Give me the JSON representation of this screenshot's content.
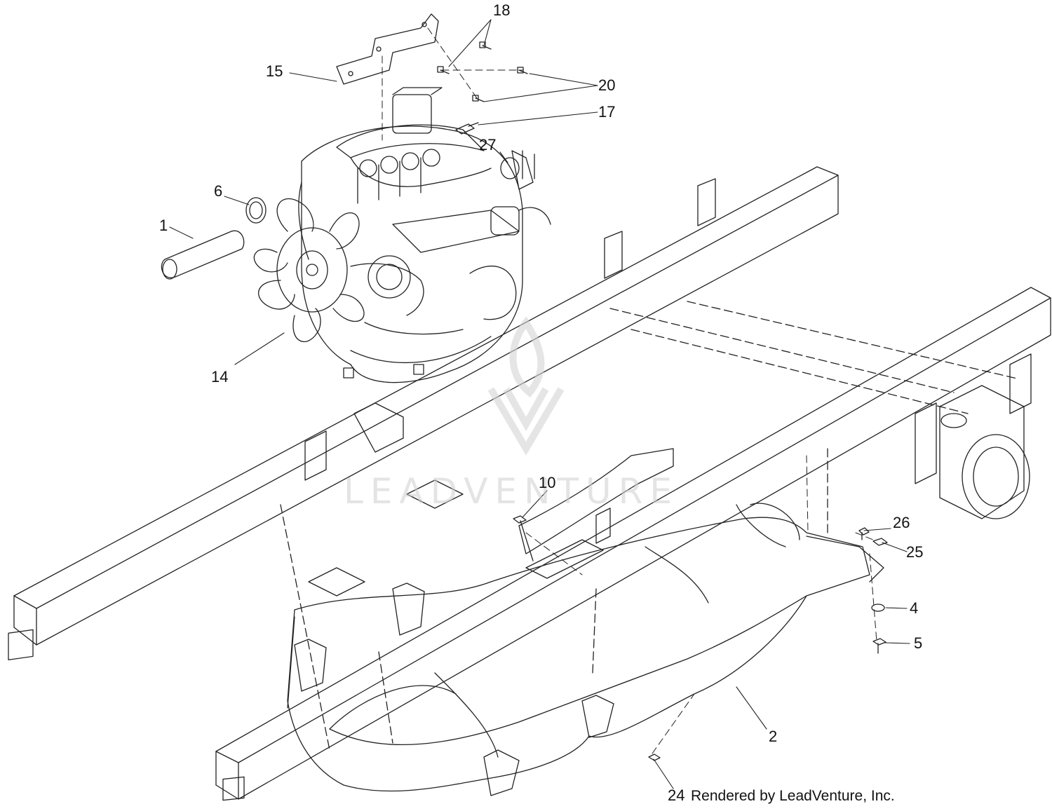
{
  "callouts": {
    "c1": "1",
    "c2": "2",
    "c4": "4",
    "c5": "5",
    "c6": "6",
    "c10": "10",
    "c14": "14",
    "c15": "15",
    "c17": "17",
    "c18": "18",
    "c20": "20",
    "c24": "24",
    "c25": "25",
    "c26": "26",
    "c27": "27"
  },
  "credit": "Rendered by LeadVenture, Inc.",
  "watermark": "LEADVENTURE",
  "colors": {
    "line": "#222222",
    "watermark": "#cfcfcf"
  },
  "icons": {
    "watermark_logo": "flame-v-logo-icon"
  }
}
